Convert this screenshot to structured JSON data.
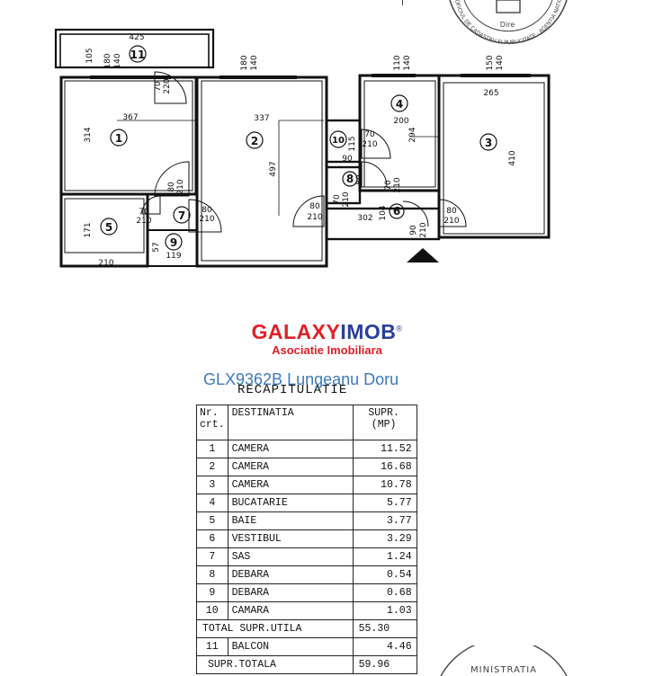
{
  "floor_plan": {
    "rooms": [
      {
        "number": "1"
      },
      {
        "number": "2"
      },
      {
        "number": "3"
      },
      {
        "number": "4"
      },
      {
        "number": "5"
      },
      {
        "number": "6"
      },
      {
        "number": "7"
      },
      {
        "number": "8"
      },
      {
        "number": "9"
      },
      {
        "number": "10"
      },
      {
        "number": "11"
      }
    ],
    "dimensions": {
      "balcony_width": "425",
      "balcony_side": "105",
      "r11_h1": "180",
      "r11_h2": "140",
      "r1_width": "367",
      "r1_height": "314",
      "r2_h1": "180",
      "r2_h2": "140",
      "r2_width": "337",
      "r2_height": "497",
      "r4_h1": "110",
      "r4_h2": "140",
      "r4_width": "200",
      "r4_height": "294",
      "r3_h1": "150",
      "r3_h2": "140",
      "r3_width": "265",
      "r3_height": "410",
      "r5_height": "171",
      "r5_bottom": "210",
      "r9_side": "57",
      "r9_bottom": "119",
      "r6_width": "302",
      "r6_height": "104",
      "r10_height": "115",
      "r10_width": "90",
      "r8_width": "80"
    },
    "doors": {
      "d_balcony": [
        "70",
        "220"
      ],
      "d_r1": [
        "80",
        "210"
      ],
      "d_r5": [
        "70",
        "210"
      ],
      "d_r7": [
        "80",
        "210"
      ],
      "d_r2": [
        "80",
        "210"
      ],
      "d_r10": [
        "70",
        "210"
      ],
      "d_r8": [
        "70",
        "210"
      ],
      "d_r4": [
        "70",
        "210"
      ],
      "d_entry": [
        "90",
        "210"
      ],
      "d_r3": [
        "80",
        "210"
      ]
    }
  },
  "stamp_top": "OFICIUL DE CADASTRU SI PUBLICITATE · AGENTIA NATIONALA DE",
  "stamp_top_short": "Dire",
  "stamp_bottom": "MINISTRATIA",
  "logo": {
    "galaxy": "GALAXY",
    "imob": "IMOB",
    "registered": "®",
    "subtitle": "Asociatie Imobiliara"
  },
  "listing_text": "GLX9362B Lungeanu Doru",
  "recap_title": "RECAPITULATIE",
  "table": {
    "header_nr": "Nr. crt.",
    "header_dest": "DESTINATIA",
    "header_supr": "SUPR. (MP)",
    "rows": [
      {
        "nr": "1",
        "dest": "CAMERA",
        "supr": "11.52"
      },
      {
        "nr": "2",
        "dest": "CAMERA",
        "supr": "16.68"
      },
      {
        "nr": "3",
        "dest": "CAMERA",
        "supr": "10.78"
      },
      {
        "nr": "4",
        "dest": "BUCATARIE",
        "supr": "5.77"
      },
      {
        "nr": "5",
        "dest": "BAIE",
        "supr": "3.77"
      },
      {
        "nr": "6",
        "dest": "VESTIBUL",
        "supr": "3.29"
      },
      {
        "nr": "7",
        "dest": "SAS",
        "supr": "1.24"
      },
      {
        "nr": "8",
        "dest": "DEBARA",
        "supr": "0.54"
      },
      {
        "nr": "9",
        "dest": "DEBARA",
        "supr": "0.68"
      },
      {
        "nr": "10",
        "dest": "CAMARA",
        "supr": "1.03"
      }
    ],
    "total_util_label": "TOTAL SUPR.UTILA",
    "total_util_value": "55.30",
    "balcony": {
      "nr": "11",
      "dest": "BALCON",
      "supr": "4.46"
    },
    "total_label": "SUPR.TOTALA",
    "total_value": "59.96"
  }
}
